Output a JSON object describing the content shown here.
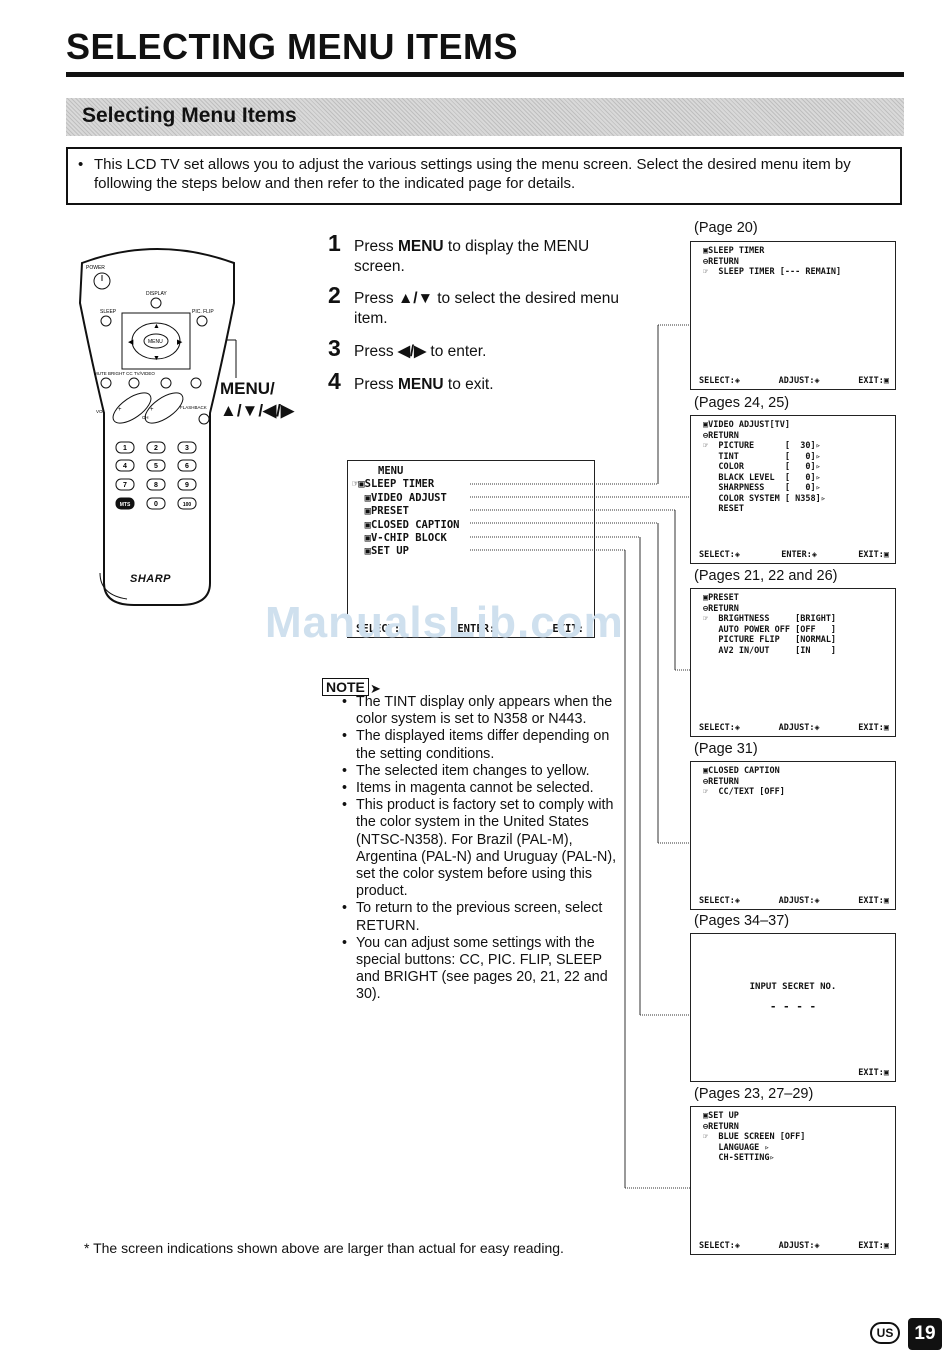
{
  "header": {
    "title": "SELECTING MENU ITEMS",
    "section_title": "Selecting Menu Items"
  },
  "intro": {
    "bullet": "•",
    "text": "This LCD TV set allows you to adjust the various settings using the menu screen. Select the desired menu item by following the steps below and then refer to the indicated page for details."
  },
  "remote": {
    "brand": "SHARP",
    "labels": [
      "POWER",
      "DISPLAY",
      "SLEEP",
      "PIC. FLIP",
      "MENU",
      "MUTE",
      "BRIGHT",
      "CC",
      "TV/VIDEO",
      "VOL",
      "CH",
      "FLASHBACK"
    ],
    "keypad": [
      "1",
      "2",
      "3",
      "4",
      "5",
      "6",
      "7",
      "8",
      "9",
      "MTS",
      "0",
      "100"
    ],
    "callout_line1": "MENU/",
    "callout_line2": "▲/▼/◀/▶"
  },
  "steps": [
    {
      "num": "1",
      "text_before": "Press ",
      "bold": "MENU",
      "text_after": " to display the MENU screen."
    },
    {
      "num": "2",
      "text_before": "Press ",
      "bold": "▲/▼",
      "text_after": " to select the desired menu item."
    },
    {
      "num": "3",
      "text_before": "Press ",
      "bold": "◀/▶",
      "text_after": " to enter."
    },
    {
      "num": "4",
      "text_before": "Press ",
      "bold": "MENU",
      "text_after": " to exit."
    }
  ],
  "menu_screen": {
    "title": "MENU",
    "items": [
      "SLEEP TIMER",
      "VIDEO ADJUST",
      "PRESET",
      "CLOSED CAPTION",
      "V-CHIP BLOCK",
      "SET UP"
    ],
    "bottom": [
      "SELECT:",
      "ENTER:",
      "EXIT:"
    ]
  },
  "screens": [
    {
      "page_ref": "(Page 20)",
      "lines": [
        "▣SLEEP TIMER",
        "⊖RETURN",
        "☞  SLEEP TIMER [--- REMAIN]"
      ],
      "bottom": [
        "SELECT:◈",
        "ADJUST:◈",
        "EXIT:▣"
      ]
    },
    {
      "page_ref": "(Pages 24, 25)",
      "lines": [
        "▣VIDEO ADJUST[TV]",
        "⊖RETURN",
        "☞  PICTURE      [  30]▹",
        "   TINT         [   0]▹",
        "   COLOR        [   0]▹",
        "   BLACK LEVEL  [   0]▹",
        "   SHARPNESS    [   0]▹",
        "   COLOR SYSTEM [ N358]▹",
        "   RESET"
      ],
      "bottom": [
        "SELECT:◈",
        "ENTER:◈",
        "EXIT:▣"
      ]
    },
    {
      "page_ref": "(Pages 21, 22 and 26)",
      "lines": [
        "▣PRESET",
        "⊖RETURN",
        "☞  BRIGHTNESS     [BRIGHT]",
        "   AUTO POWER OFF [OFF   ]",
        "   PICTURE FLIP   [NORMAL]",
        "   AV2 IN/OUT     [IN    ]"
      ],
      "bottom": [
        "SELECT:◈",
        "ADJUST:◈",
        "EXIT:▣"
      ]
    },
    {
      "page_ref": "(Page 31)",
      "lines": [
        "▣CLOSED CAPTION",
        "⊖RETURN",
        "☞  CC/TEXT [OFF]"
      ],
      "bottom": [
        "SELECT:◈",
        "ADJUST:◈",
        "EXIT:▣"
      ]
    },
    {
      "page_ref": "(Pages 34–37)",
      "center_line1": "INPUT SECRET NO.",
      "center_line2": "- - - -",
      "bottom": [
        "",
        "",
        "EXIT:▣"
      ]
    },
    {
      "page_ref": "(Pages 23, 27–29)",
      "lines": [
        "▣SET UP",
        "⊖RETURN",
        "☞  BLUE SCREEN [OFF]",
        "   LANGUAGE ▹",
        "   CH-SETTING▹"
      ],
      "bottom": [
        "SELECT:◈",
        "ADJUST:◈",
        "EXIT:▣"
      ]
    }
  ],
  "note": {
    "tag": "NOTE",
    "items": [
      "The TINT display only appears when the color system is set to N358 or N443.",
      "The displayed items differ depending on the setting conditions.",
      "The selected item changes to yellow.",
      "Items in magenta cannot be selected.",
      "This product is factory set to comply with the color system in the United States (NTSC-N358). For Brazil (PAL-M), Argentina (PAL-N) and Uruguay (PAL-N), set the color system before using this product.",
      "To return to the previous screen, select RETURN.",
      "You can adjust some settings with the special buttons: CC, PIC. FLIP, SLEEP and BRIGHT (see pages 20, 21, 22 and 30)."
    ]
  },
  "footnote": "* The screen indications shown above are larger than actual for easy reading.",
  "watermark": "ManualsLib.com",
  "footer": {
    "region_badge": "US",
    "page_number": "19"
  }
}
